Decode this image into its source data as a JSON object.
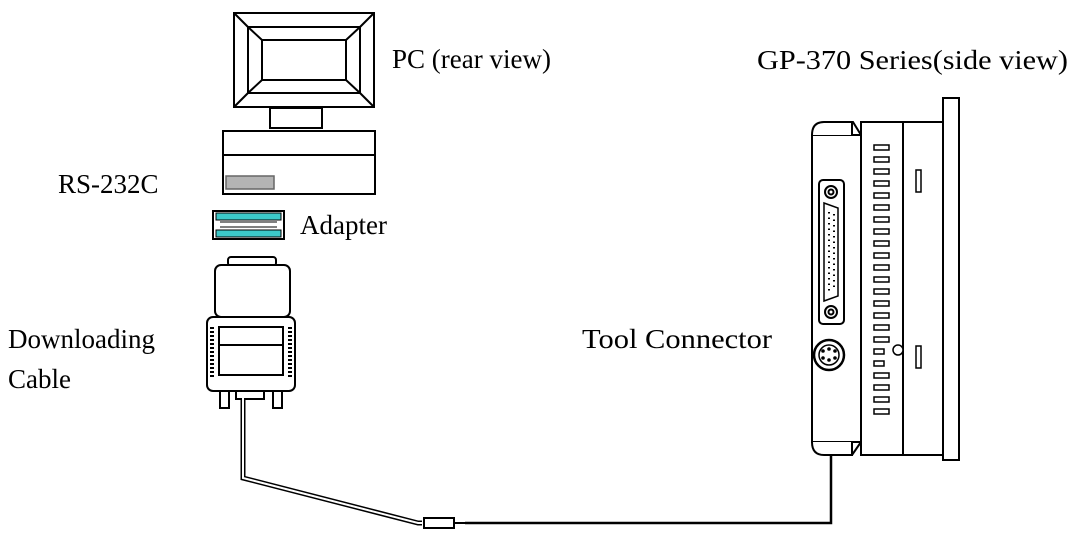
{
  "labels": {
    "pc": "PC (rear view)",
    "gp": "GP-370 Series(side view)",
    "rs232c": "RS-232C",
    "adapter": "Adapter",
    "downloading": "Downloading",
    "cable": "Cable",
    "tool_connector": "Tool Connector"
  },
  "colors": {
    "adapter_accent": "#3cc8c8",
    "port_gray": "#b4b4b4",
    "line": "#000000"
  }
}
